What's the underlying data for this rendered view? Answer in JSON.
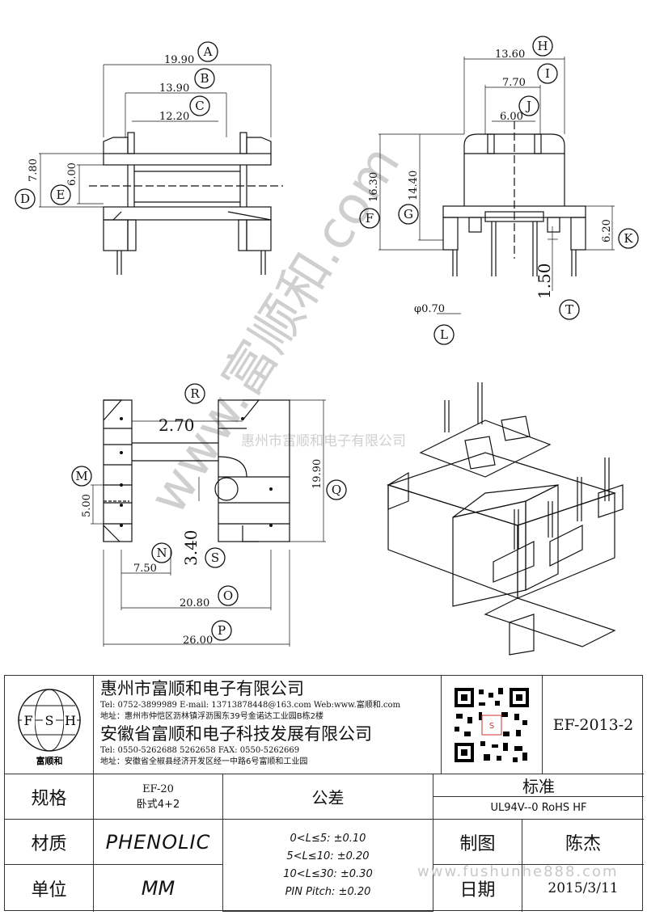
{
  "dims": {
    "A": "19.90",
    "B": "13.90",
    "C": "12.20",
    "D": "7.80",
    "E": "6.00",
    "H": "13.60",
    "I": "7.70",
    "J": "6.00",
    "F": "16.30",
    "G": "14.40",
    "K": "6.20",
    "T": "1.50",
    "L": "φ0.70",
    "R": "2.70",
    "S": "3.40",
    "M": "5.00",
    "Q": "19.90",
    "N": "7.50",
    "O": "20.80",
    "P": "26.00"
  },
  "labels": [
    "A",
    "B",
    "C",
    "D",
    "E",
    "F",
    "G",
    "H",
    "I",
    "J",
    "K",
    "L",
    "M",
    "N",
    "O",
    "P",
    "Q",
    "R",
    "S",
    "T"
  ],
  "watermark": {
    "diagonal": "www.富顺和.com",
    "center": "惠州市富顺和电子有限公司",
    "footer": "www.fushunhe888.com"
  },
  "company": {
    "logo_letters": [
      "F",
      "S",
      "H"
    ],
    "logo_name": "富顺和",
    "name1": "惠州市富顺和电子有限公司",
    "contact1": "Tel: 0752-3899989  E-mail: 13713878448@163.com  Web:www.富顺和.com",
    "address1": "地址：惠州市仲恺区沥林镇浮沥围东39号金诺达工业园B栋2楼",
    "name2": "安徽省富顺和电子科技发展有限公司",
    "contact2": "Tel: 0550-5262688  5262658     FAX: 0550-5262669",
    "address2": "地址：安徽省全椒县经济开发区经一中路6号富顺和工业园"
  },
  "part_number": "EF-2013-2",
  "table": {
    "spec_label": "规格",
    "spec_value1": "EF-20",
    "spec_value2": "卧式4+2",
    "material_label": "材质",
    "material_value": "PHENOLIC",
    "unit_label": "单位",
    "unit_value": "MM",
    "tolerance_label": "公差",
    "tolerances": [
      "0<L≤5: ±0.10",
      "5<L≤10: ±0.20",
      "10<L≤30: ±0.30",
      "PIN Pitch: ±0.20"
    ],
    "standard_label": "标准",
    "standard_value": "UL94V--0  RoHS HF",
    "drawn_label": "制图",
    "drawn_value": "陈杰",
    "date_label": "日期",
    "date_value": "2015/3/11"
  }
}
